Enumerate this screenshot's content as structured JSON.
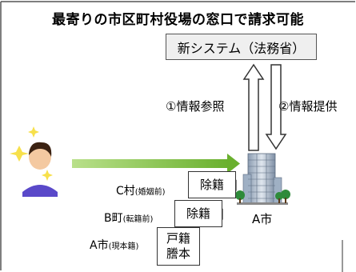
{
  "title": "最寄りの市区町村役場の窓口で請求可能",
  "system_box": {
    "label": "新システム（法務省）"
  },
  "arrows": {
    "info_reference": "①情報参照",
    "info_provision": "②情報提供"
  },
  "city_office": {
    "label": "A市"
  },
  "documents": [
    {
      "place": "C村",
      "note": "(婚姻前)",
      "doc": "除籍"
    },
    {
      "place": "B町",
      "note": "(転籍前)",
      "doc": "除籍"
    },
    {
      "place": "A市",
      "note": "(現本籍)",
      "doc_line1": "戸籍",
      "doc_line2": "謄本"
    }
  ],
  "colors": {
    "arrow_green": "#8bc34a",
    "border": "#555555",
    "system_fill": "#efefef"
  }
}
